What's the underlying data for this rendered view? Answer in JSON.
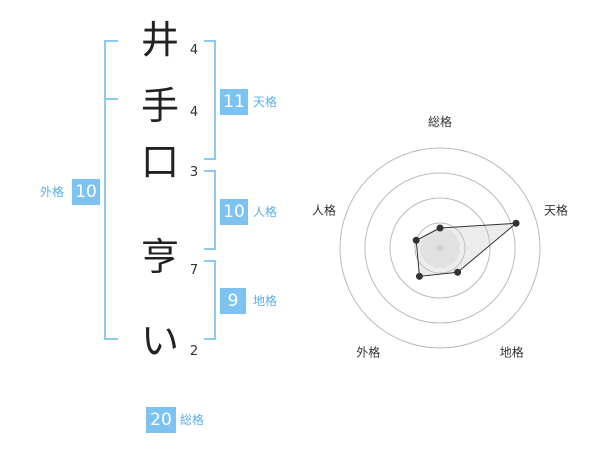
{
  "name": {
    "characters": [
      {
        "char": "井",
        "strokes": "4"
      },
      {
        "char": "手",
        "strokes": "4"
      },
      {
        "char": "口",
        "strokes": "3"
      },
      {
        "char": "亨",
        "strokes": "7"
      },
      {
        "char": "い",
        "strokes": "2"
      }
    ]
  },
  "kakusu": {
    "tenkaku": {
      "value": "11",
      "label": "天格"
    },
    "jinkaku": {
      "value": "10",
      "label": "人格"
    },
    "chikaku": {
      "value": "9",
      "label": "地格"
    },
    "gaikaku": {
      "value": "10",
      "label": "外格"
    },
    "soukaku": {
      "value": "20",
      "label": "総格"
    }
  },
  "colors": {
    "accent": "#7dc3f2",
    "bracket": "#8cc8ef",
    "label": "#5aaee8"
  },
  "chart_data": {
    "type": "radar",
    "axes": [
      "総格",
      "天格",
      "地格",
      "外格",
      "人格"
    ],
    "values": [
      0.2,
      0.8,
      0.3,
      0.35,
      0.25
    ],
    "rings": 4,
    "range": [
      0,
      1
    ]
  }
}
